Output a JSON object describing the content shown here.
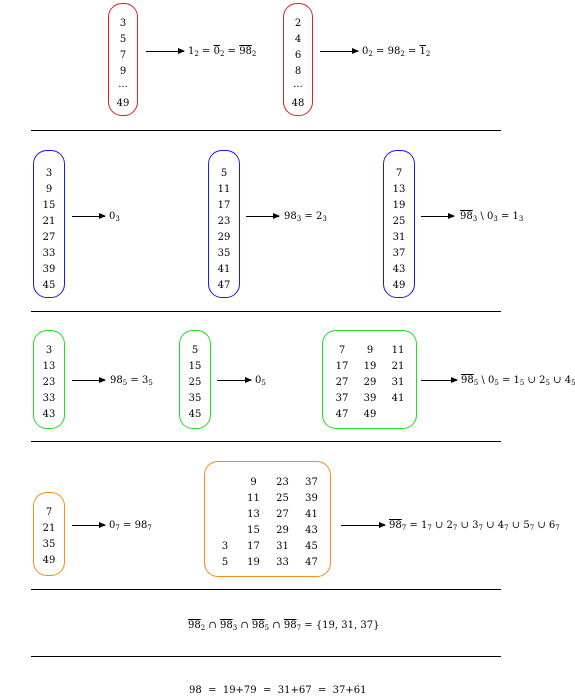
{
  "colors": {
    "mod2": "#e02020",
    "mod3": "#1a1ae6",
    "mod5": "#22dd22",
    "mod7": "#ff8c1a"
  },
  "mod2": {
    "odd": [
      "3",
      "5",
      "7",
      "9",
      "···",
      "49"
    ],
    "even": [
      "2",
      "4",
      "6",
      "8",
      "···",
      "48"
    ],
    "odd_result": {
      "a": "1",
      "b": "0",
      "c": "98",
      "m": "2"
    },
    "even_result": {
      "a": "0",
      "b": "98",
      "c": "1",
      "m": "2"
    }
  },
  "mod3": {
    "col0": [
      "3",
      "9",
      "15",
      "21",
      "27",
      "33",
      "39",
      "45"
    ],
    "col2": [
      "5",
      "11",
      "17",
      "23",
      "29",
      "35",
      "41",
      "47"
    ],
    "col1": [
      "7",
      "13",
      "19",
      "25",
      "31",
      "37",
      "43",
      "49"
    ],
    "res0": {
      "a": "0",
      "m": "3"
    },
    "res2": {
      "a": "98",
      "b": "2",
      "m": "3"
    },
    "res1": {
      "a": "98",
      "b": "0",
      "c": "1",
      "m": "3"
    }
  },
  "mod5": {
    "col3": [
      "3",
      "13",
      "23",
      "33",
      "43"
    ],
    "col0": [
      "5",
      "15",
      "25",
      "35",
      "45"
    ],
    "rest": [
      "7",
      "9",
      "11",
      "17",
      "19",
      "21",
      "27",
      "29",
      "31",
      "37",
      "39",
      "41",
      "47",
      "49"
    ],
    "res3": {
      "a": "98",
      "b": "3",
      "m": "5"
    },
    "res0": {
      "a": "0",
      "m": "5"
    },
    "resRest": {
      "a": "98",
      "b": "0",
      "u1": "1",
      "u2": "2",
      "u4": "4",
      "m": "5"
    }
  },
  "mod7": {
    "col0": [
      "7",
      "21",
      "35",
      "49"
    ],
    "grid": [
      "",
      "9",
      "23",
      "37",
      "",
      "11",
      "25",
      "39",
      "",
      "13",
      "27",
      "41",
      "",
      "15",
      "29",
      "43",
      "3",
      "17",
      "31",
      "45",
      "5",
      "19",
      "33",
      "47"
    ],
    "res0": {
      "a": "0",
      "b": "98",
      "m": "7"
    },
    "resRest": {
      "a": "98",
      "u": [
        "1",
        "2",
        "3",
        "4",
        "5",
        "6"
      ],
      "m": "7"
    }
  },
  "intersection": {
    "term": "98",
    "mods": [
      "2",
      "3",
      "5",
      "7"
    ],
    "result": "{19, 31, 37}"
  },
  "goldbach": {
    "lhs": "98",
    "sums": [
      "19+79",
      "31+67",
      "37+61"
    ]
  }
}
